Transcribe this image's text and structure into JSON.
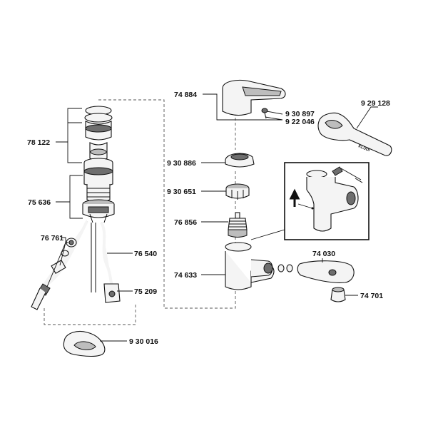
{
  "parts": {
    "p78122": "78 122",
    "p75636": "75 636",
    "p76761": "76 761",
    "p76540": "76 540",
    "p75209": "75 209",
    "p930016": "9 30 016",
    "p74884": "74 884",
    "p930897": "9 30 897",
    "p922046": "9 22 046",
    "p929128": "9 29 128",
    "p930886": "9 30 886",
    "p930651": "9 30 651",
    "p76856": "76 856",
    "p74633": "74 633",
    "p74030": "74 030",
    "p74701": "74 701"
  },
  "tool_text": "KLUDI"
}
